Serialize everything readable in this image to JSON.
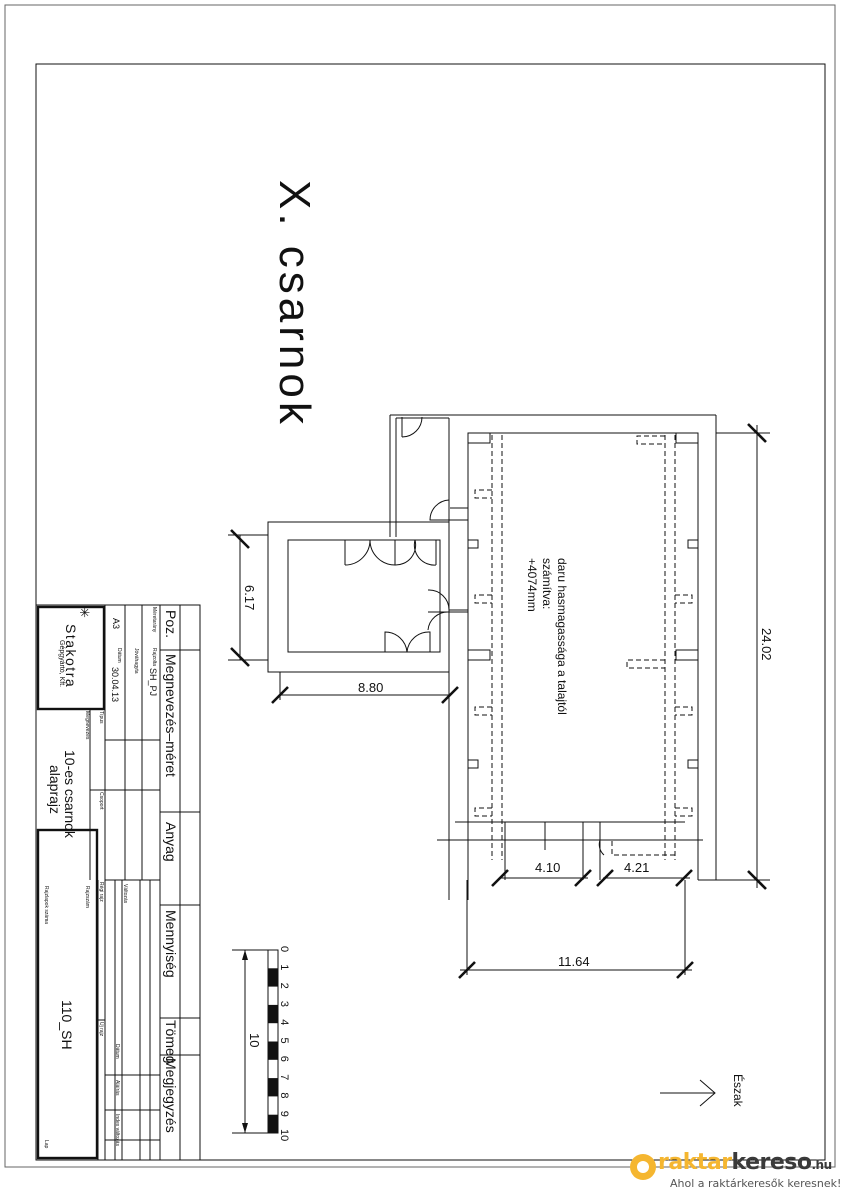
{
  "drawing": {
    "hall_title": "X. csarnok",
    "crane_note": [
      "daru hasmagassága a talajtól",
      "számítva:",
      "+4074mm"
    ],
    "dimensions": {
      "d617": "6.17",
      "d880": "8.80",
      "d2402": "24.02",
      "d410": "4.10",
      "d421": "4.21",
      "d1164": "11.64"
    },
    "north_label": "Észak",
    "scale_bar": {
      "labels": [
        "0",
        "1",
        "2",
        "3",
        "4",
        "5",
        "6",
        "7",
        "8",
        "9",
        "10"
      ],
      "dimension": "10"
    }
  },
  "title_block": {
    "headers": [
      "Poz.",
      "Megnevezés–méret",
      "Anyag",
      "Mennyiség",
      "Tömeg",
      "Megjegyzés"
    ],
    "company": "Stakotra",
    "company_sub": "Gépgyártó, Kft.",
    "meretarany_label": "Méretarány",
    "meretarany": "A3",
    "rajzolta_label": "Rajzolta",
    "rajzolta": "SH_PJ",
    "jovahagyta_label": "Jóváhagyta",
    "datum_label": "Dátum",
    "datum": "30.04.13",
    "tipus_label": "Típus",
    "csoport_label": "Csoport",
    "megnevezes_label": "Megnevezés",
    "megnevezes": [
      "10-es csarnok",
      "alaprajz"
    ],
    "regi_rajz_label": "Régi rajz",
    "uj_rajz_label": "Új rajz",
    "valtozas_label": "Változás",
    "datum2_label": "Dátum",
    "alairas_label": "Aláírás",
    "index_label": "Index változás",
    "rajzszam_label": "Rajzszám",
    "rajzszam": "110_SH",
    "rajzlapok_label": "Rajzlapok száma",
    "lap_label": "Lap"
  },
  "watermark": {
    "brand_a": "raktar",
    "brand_b": "kereso",
    "brand_c": ".hu",
    "tagline": "Ahol a raktárkeresők keresnek!",
    "accent": "#f5b630"
  }
}
